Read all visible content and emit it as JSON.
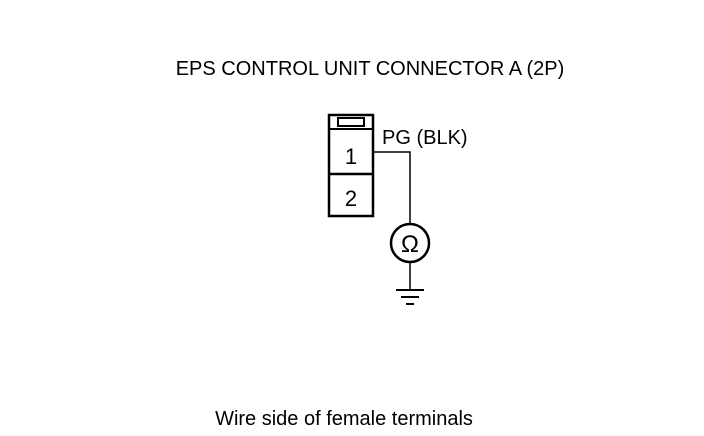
{
  "title": "EPS CONTROL UNIT CONNECTOR A (2P)",
  "connector": {
    "pins": [
      "1",
      "2"
    ],
    "wire_label": "PG (BLK)"
  },
  "meter": {
    "symbol": "Ω",
    "icon": "ohmmeter-icon"
  },
  "ground": {
    "icon": "ground-icon"
  },
  "caption": "Wire side of female terminals",
  "colors": {
    "line": "#000000",
    "background": "#ffffff"
  }
}
